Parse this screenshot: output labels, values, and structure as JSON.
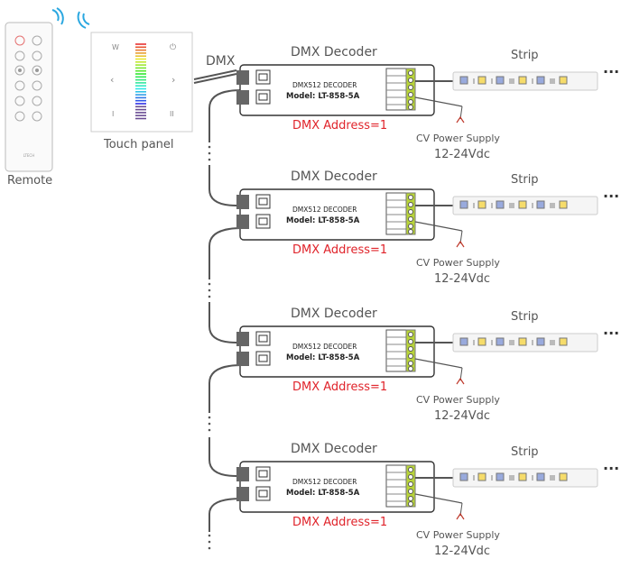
{
  "remote": {
    "label": "Remote",
    "brand": "LTECH"
  },
  "touch_panel": {
    "label": "Touch panel",
    "keys": {
      "w": "W",
      "power": "⏻",
      "left": "‹",
      "right": "›",
      "i": "I",
      "ii": "II"
    }
  },
  "dmx_label": "DMX",
  "strip_dots": "···",
  "units": [
    {
      "title": "DMX Decoder",
      "line1": "DMX512 DECODER",
      "model": "Model: LT-858-5A",
      "address": "DMX Address=1",
      "strip": "Strip",
      "supply": "CV Power Supply",
      "voltage": "12-24Vdc"
    },
    {
      "title": "DMX Decoder",
      "line1": "DMX512 DECODER",
      "model": "Model: LT-858-5A",
      "address": "DMX Address=1",
      "strip": "Strip",
      "supply": "CV Power Supply",
      "voltage": "12-24Vdc"
    },
    {
      "title": "DMX Decoder",
      "line1": "DMX512 DECODER",
      "model": "Model: LT-858-5A",
      "address": "DMX Address=1",
      "strip": "Strip",
      "supply": "CV Power Supply",
      "voltage": "12-24Vdc"
    },
    {
      "title": "DMX Decoder",
      "line1": "DMX512 DECODER",
      "model": "Model: LT-858-5A",
      "address": "DMX Address=1",
      "strip": "Strip",
      "supply": "CV Power Supply",
      "voltage": "12-24Vdc"
    }
  ],
  "colors": {
    "address_red": "#e0242b",
    "wire": "#555555",
    "wifi_blue": "#2aa7e0",
    "terminal_green": "#b8d43a"
  }
}
